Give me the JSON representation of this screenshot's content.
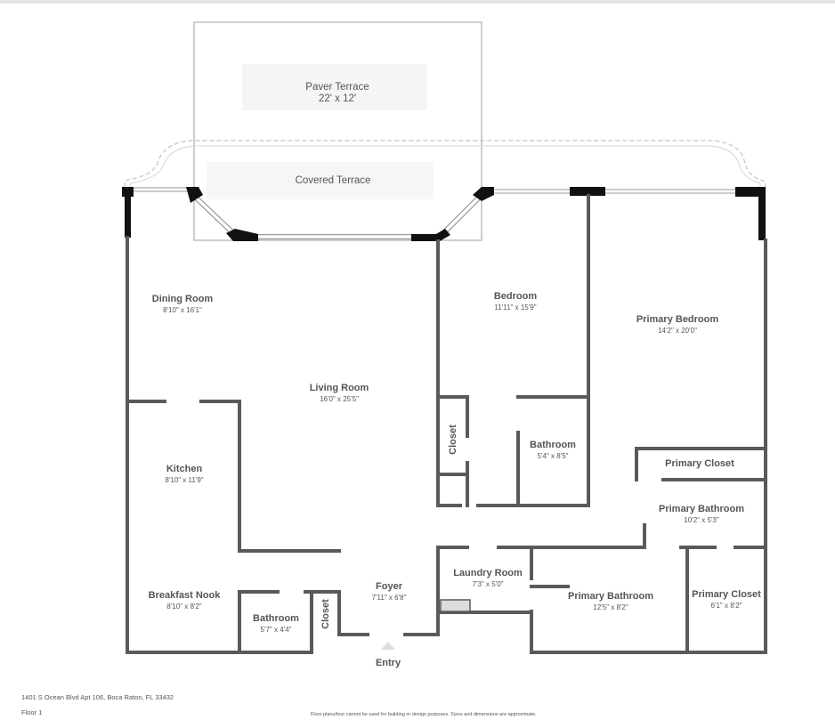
{
  "rooms": {
    "paver_terrace": {
      "name": "Paver Terrace",
      "dims": "22' x 12'"
    },
    "covered_terrace": {
      "name": "Covered Terrace"
    },
    "dining_room": {
      "name": "Dining Room",
      "dims": "8'10\" x 16'1\""
    },
    "living_room": {
      "name": "Living Room",
      "dims": "16'0\" x 25'5\""
    },
    "bedroom": {
      "name": "Bedroom",
      "dims": "11'11\" x 15'9\""
    },
    "primary_bedroom": {
      "name": "Primary Bedroom",
      "dims": "14'2\" x 20'0\""
    },
    "closet_bedroom": {
      "name": "Closet"
    },
    "bathroom_bedroom": {
      "name": "Bathroom",
      "dims": "5'4\" x 8'5\""
    },
    "primary_closet_upper": {
      "name": "Primary Closet"
    },
    "primary_bathroom_upper": {
      "name": "Primary Bathroom",
      "dims": "10'2\" x 5'3\""
    },
    "kitchen": {
      "name": "Kitchen",
      "dims": "8'10\" x 11'9\""
    },
    "breakfast_nook": {
      "name": "Breakfast Nook",
      "dims": "8'10\" x 8'2\""
    },
    "bathroom_foyer": {
      "name": "Bathroom",
      "dims": "5'7\" x 4'4\""
    },
    "closet_foyer": {
      "name": "Closet"
    },
    "foyer": {
      "name": "Foyer",
      "dims": "7'11\" x 6'8\""
    },
    "laundry_room": {
      "name": "Laundry Room",
      "dims": "7'3\" x 5'0\""
    },
    "primary_bathroom_lower": {
      "name": "Primary Bathroom",
      "dims": "12'5\" x 8'2\""
    },
    "primary_closet_lower": {
      "name": "Primary Closet",
      "dims": "6'1\" x 8'2\""
    },
    "entry": {
      "name": "Entry"
    }
  },
  "footer": {
    "address": "1401 S Ocean Blvd Apt 106, Boca Raton, FL 33432",
    "floor": "Floor 1",
    "disclaimer": "Floor plans/tour cannot be used for building or design purposes. Sizes and dimensions are approximate."
  }
}
